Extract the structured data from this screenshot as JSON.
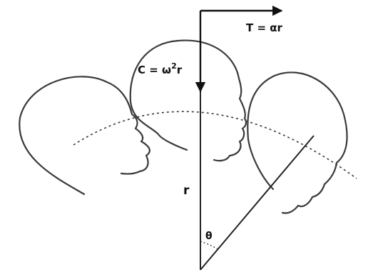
{
  "labels": {
    "tangential": "T = αr",
    "centripetal_prefix": "C = ω",
    "centripetal_exponent": "2",
    "centripetal_suffix": "r",
    "radius": "r",
    "angle": "θ"
  }
}
